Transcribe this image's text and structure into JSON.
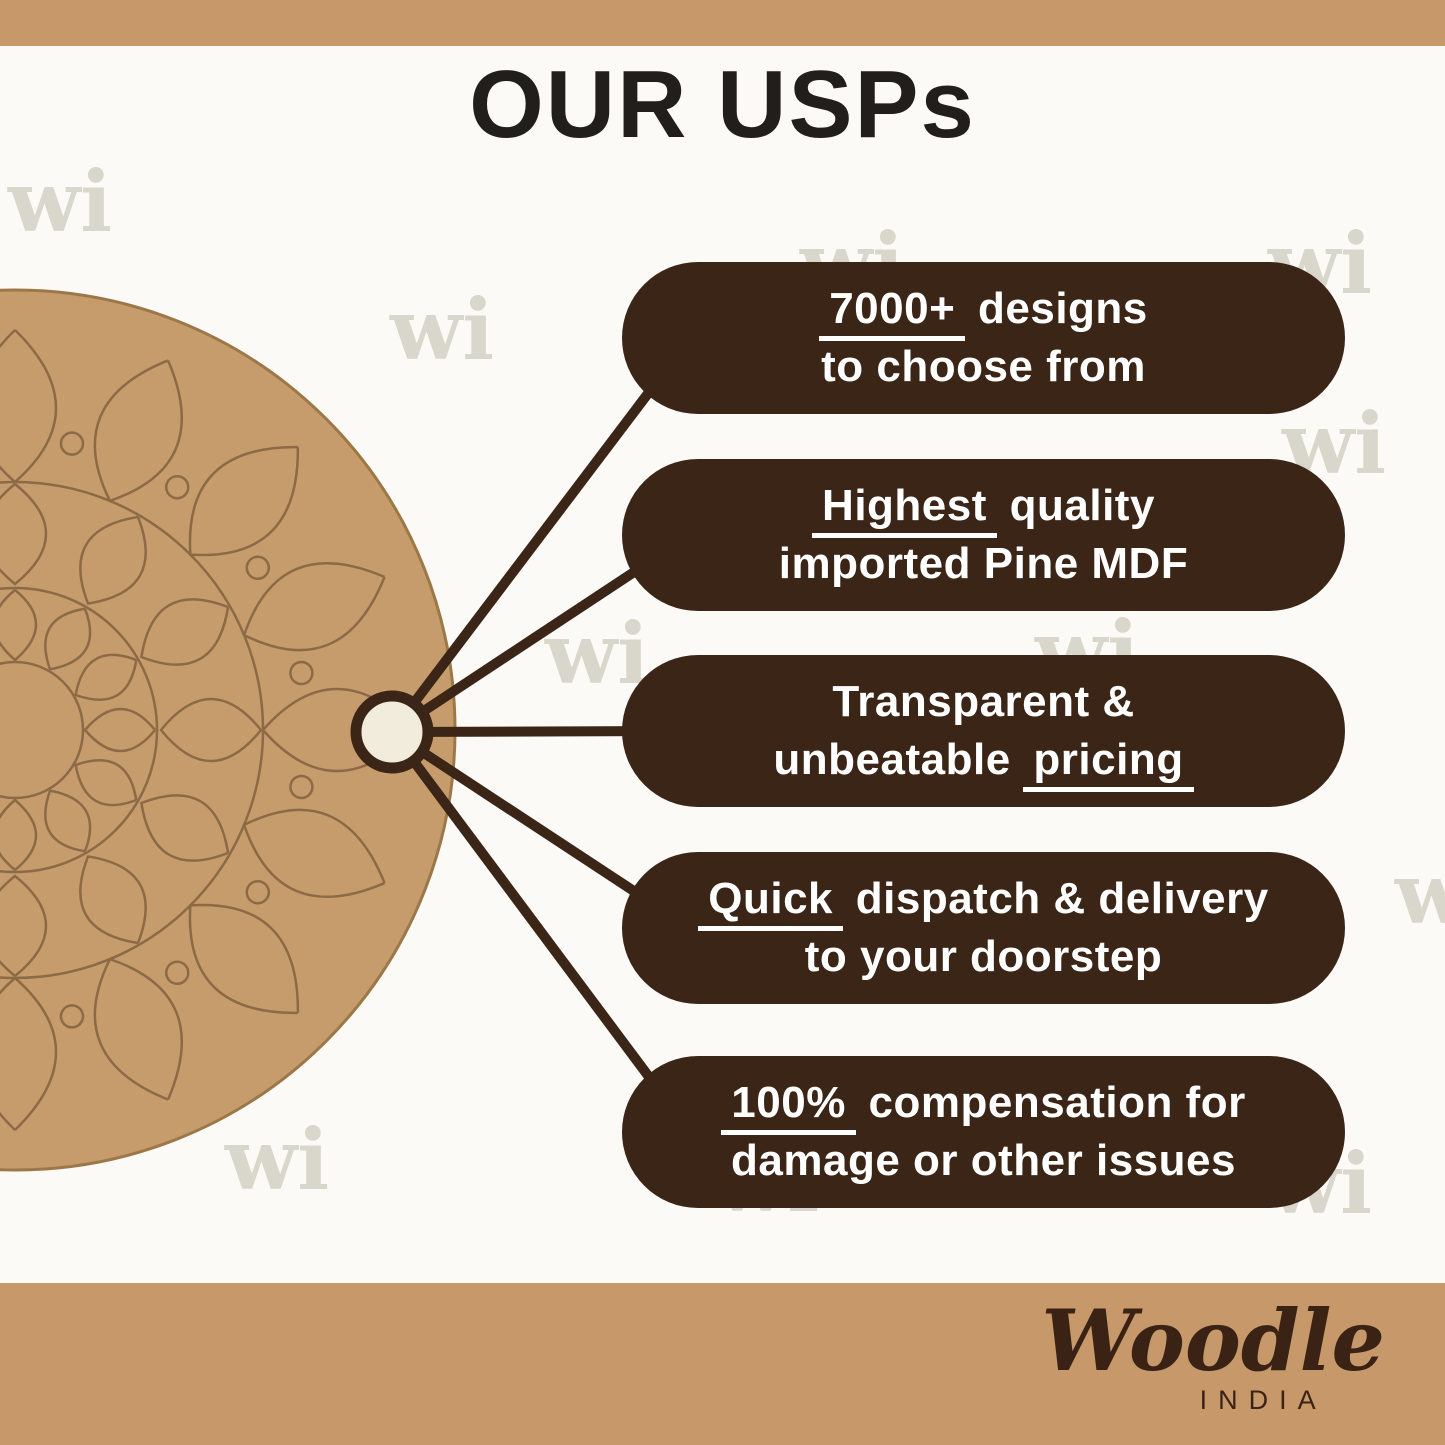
{
  "header": {
    "title": "OUR USPs"
  },
  "usps": [
    {
      "l1_u": "7000+",
      "l1_post": " designs",
      "l2_pre": "to choose from"
    },
    {
      "l1_u": "Highest",
      "l1_post": " quality",
      "l2_pre": "imported Pine MDF"
    },
    {
      "l1_pre": "Transparent &",
      "l2_pre": "unbeatable ",
      "l2_u": "pricing"
    },
    {
      "l1_u": "Quick",
      "l1_post": " dispatch & delivery",
      "l2_pre": "to your doorstep"
    },
    {
      "l1_u": "100%",
      "l1_post": " compensation for",
      "l2_pre": "damage or other issues"
    }
  ],
  "watermark": {
    "text": "wi"
  },
  "logo": {
    "name": "Woodle",
    "country": "INDIA"
  },
  "colors": {
    "accent_tan": "#C6986A",
    "pill_brown": "#3A2517",
    "wood_mdf": "#C69C6D",
    "engrave_line": "#8B6A45",
    "hub_cream": "#F2ECDD",
    "title_dark": "#221E1B",
    "watermark_gray": "#D9D6CB"
  }
}
